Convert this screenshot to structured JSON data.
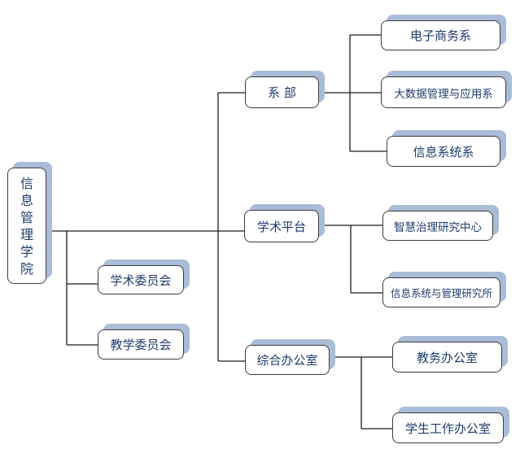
{
  "org_chart": {
    "root": "信息管理学院",
    "departments_label": "系 部",
    "departments": [
      "电子商务系",
      "大数据管理与应用系",
      "信息系统系"
    ],
    "platform_label": "学术平台",
    "platforms": [
      "智慧治理研究中心",
      "信息系统与管理研究所"
    ],
    "office_label": "综合办公室",
    "offices": [
      "教务办公室",
      "学生工作办公室"
    ],
    "committees": [
      "学术委员会",
      "教学委员会"
    ]
  }
}
